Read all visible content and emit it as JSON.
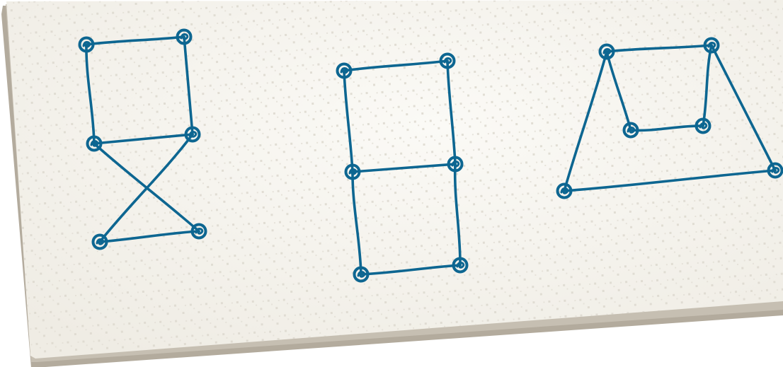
{
  "colors": {
    "ink": "#0d6691",
    "paper": "#f4f2ec",
    "paper_edge": "#b3ab9d",
    "paper_shadow": "#c6bfb2",
    "pattern": "#ddd9cf"
  },
  "graphs": [
    {
      "name": "crossed-ladder-graph",
      "node_count": 6,
      "edges": [
        [
          0,
          1
        ],
        [
          0,
          3
        ],
        [
          1,
          2
        ],
        [
          2,
          3
        ],
        [
          2,
          5
        ],
        [
          3,
          4
        ],
        [
          4,
          5
        ]
      ]
    },
    {
      "name": "two-square-graph",
      "node_count": 6,
      "edges": [
        [
          0,
          1
        ],
        [
          0,
          2
        ],
        [
          1,
          3
        ],
        [
          2,
          3
        ],
        [
          2,
          4
        ],
        [
          3,
          5
        ],
        [
          4,
          5
        ]
      ]
    },
    {
      "name": "nested-square-graph",
      "node_count": 6,
      "edges": [
        [
          0,
          1
        ],
        [
          0,
          2
        ],
        [
          0,
          4
        ],
        [
          1,
          3
        ],
        [
          1,
          5
        ],
        [
          2,
          3
        ],
        [
          4,
          5
        ]
      ]
    }
  ]
}
